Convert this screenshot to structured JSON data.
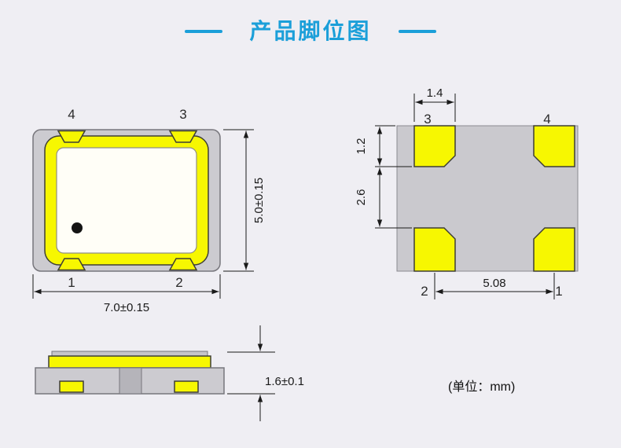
{
  "page": {
    "title": "产品脚位图",
    "unit_note": "(单位：mm)"
  },
  "top_view": {
    "pin_top_left": "4",
    "pin_top_right": "3",
    "pin_bottom_left": "1",
    "pin_bottom_right": "2",
    "width_dim": "7.0±0.15",
    "height_dim": "5.0±0.15"
  },
  "land_pattern": {
    "pin_top_left": "3",
    "pin_top_right": "4",
    "pin_bottom_left": "2",
    "pin_bottom_right": "1",
    "pad_width_dim": "1.4",
    "pad_height_dim": "1.2",
    "pad_gap_dim": "2.6",
    "pad_pitch_dim": "5.08"
  },
  "side_view": {
    "height_dim": "1.6±0.1"
  },
  "colors": {
    "accent_blue": "#1b9fd9",
    "pad_yellow": "#f7f701",
    "body_grey": "#cccbd0",
    "background": "#efeef3"
  }
}
